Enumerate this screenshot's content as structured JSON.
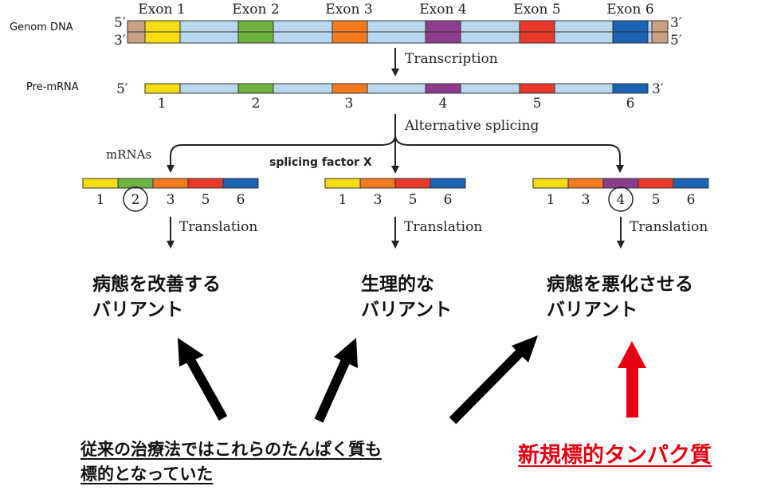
{
  "genomic": {
    "row_label": "Genom DNA",
    "exon_headers": [
      "Exon 1",
      "Exon 2",
      "Exon 3",
      "Exon 4",
      "Exon 5",
      "Exon 6"
    ],
    "left_end_top": "5′",
    "left_end_bottom": "3′",
    "right_end_top": "3′",
    "right_end_bottom": "5′"
  },
  "transcription_label": "Transcription",
  "premrna": {
    "row_label": "Pre-mRNA",
    "left_end": "5′",
    "right_end": "3′",
    "exon_numbers": [
      "1",
      "2",
      "3",
      "4",
      "5",
      "6"
    ]
  },
  "splicing_label": "Alternative splicing",
  "mrnas_label": "mRNAs",
  "splicing_factor_label": "splicing factor X",
  "mrnas": [
    {
      "numbers": [
        "1",
        "2",
        "3",
        "5",
        "6"
      ],
      "circled": "2"
    },
    {
      "numbers": [
        "1",
        "3",
        "5",
        "6"
      ],
      "circled": ""
    },
    {
      "numbers": [
        "1",
        "3",
        "4",
        "5",
        "6"
      ],
      "circled": "4"
    }
  ],
  "translation_label": "Translation",
  "variants": {
    "improve": [
      "病態を改善する",
      "バリアント"
    ],
    "physiological": [
      "生理的な",
      "バリアント"
    ],
    "worsen": [
      "病態を悪化させる",
      "バリアント"
    ]
  },
  "conventional_target": [
    "従来の治療法ではこれらのたんぱく質も",
    "標的となっていた"
  ],
  "new_target": "新規標的タンパク質",
  "colors": {
    "exon1": "#f7dc12",
    "exon2": "#6db33f",
    "exon3": "#f47a20",
    "exon4": "#8e3c8e",
    "exon5": "#e8392b",
    "exon6": "#1b63b4",
    "intron": "#b9d7ee",
    "end": "#c9a083",
    "accent_red": "#e60012"
  }
}
